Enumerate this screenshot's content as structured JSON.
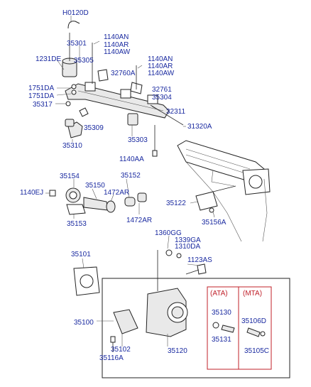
{
  "labels": {
    "h0120d": "H0120D",
    "p35301": "35301",
    "p35305": "35305",
    "p1231de": "1231DE",
    "p1140an_a": "1140AN",
    "p1140ar_a": "1140AR",
    "p1140aw_a": "1140AW",
    "p1140an_b": "1140AN",
    "p1140ar_b": "1140AR",
    "p1140aw_b": "1140AW",
    "p32760a": "32760A",
    "p32761": "32761",
    "p35304": "35304",
    "p1751da_a": "1751DA",
    "p1751da_b": "1751DA",
    "p35317": "35317",
    "p32311": "32311",
    "p35309": "35309",
    "p31320a": "31320A",
    "p35303": "35303",
    "p35310": "35310",
    "p1140aa": "1140AA",
    "p35154": "35154",
    "p35152": "35152",
    "p35150": "35150",
    "p1472ar_a": "1472AR",
    "p1140ej": "1140EJ",
    "p35122": "35122",
    "p35153": "35153",
    "p1472ar_b": "1472AR",
    "p35156a": "35156A",
    "p1360gg": "1360GG",
    "p1339ga": "1339GA",
    "p1310da": "1310DA",
    "p35101": "35101",
    "p1123as": "1123AS",
    "ata": "(ATA)",
    "mta": "(MTA)",
    "p35130": "35130",
    "p35106d": "35106D",
    "p35100": "35100",
    "p35131": "35131",
    "p35102": "35102",
    "p35120": "35120",
    "p35105c": "35105C",
    "p35116a": "35116A"
  },
  "colors": {
    "label": "#1a2aa0",
    "variant_box": "#c0202a",
    "line": "#222222"
  }
}
